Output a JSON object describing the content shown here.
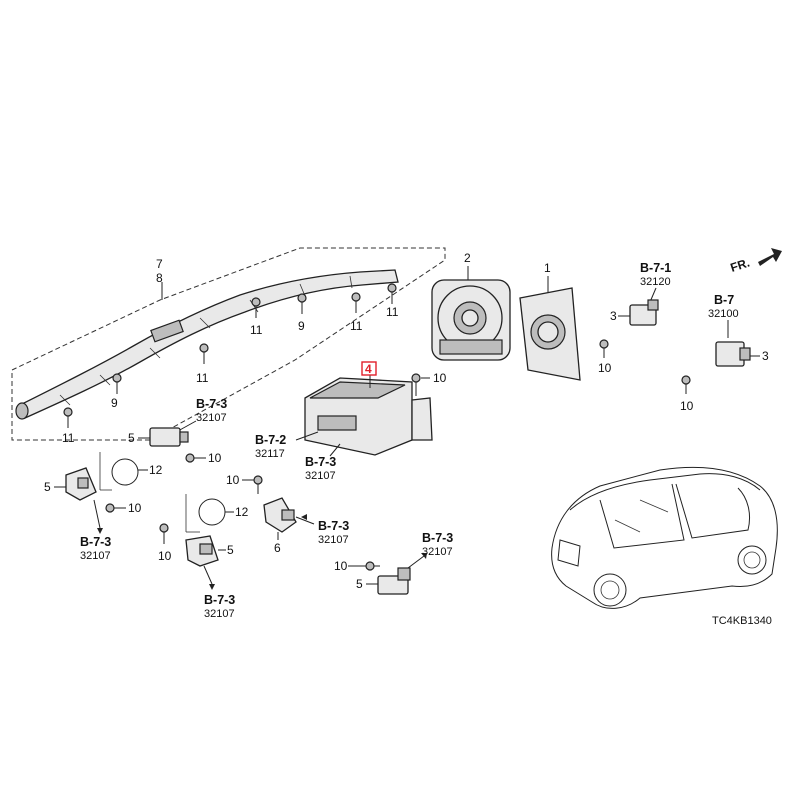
{
  "diagram_code": "TC4KB1340",
  "direction_label": "FR.",
  "highlight_callout": "4",
  "callouts": {
    "c7": "7",
    "c8": "8",
    "c9a": "9",
    "c9b": "9",
    "c11a": "11",
    "c11b": "11",
    "c11c": "11",
    "c11d": "11",
    "c11e": "11",
    "c2": "2",
    "c1": "1",
    "c3a": "3",
    "c3b": "3",
    "c10a": "10",
    "c10b": "10",
    "c10c": "10",
    "c10d": "10",
    "c10e": "10",
    "c10f": "10",
    "c10g": "10",
    "c10h": "10",
    "c5a": "5",
    "c5b": "5",
    "c5c": "5",
    "c5d": "5",
    "c12a": "12",
    "c12b": "12",
    "c6": "6"
  },
  "references": {
    "r1_sec": "B-7-1",
    "r1_code": "32120",
    "r2_sec": "B-7",
    "r2_code": "32100",
    "r3_sec": "B-7-3",
    "r3_code": "32107",
    "r4_sec": "B-7-2",
    "r4_code": "32117",
    "r5_sec": "B-7-3",
    "r5_code": "32107",
    "r6_sec": "B-7-3",
    "r6_code": "32107",
    "r7_sec": "B-7-3",
    "r7_code": "32107",
    "r8_sec": "B-7-3",
    "r8_code": "32107",
    "r9_sec": "B-7-3",
    "r9_code": "32107"
  },
  "colors": {
    "highlight": "#e0202a",
    "line": "#222222"
  }
}
